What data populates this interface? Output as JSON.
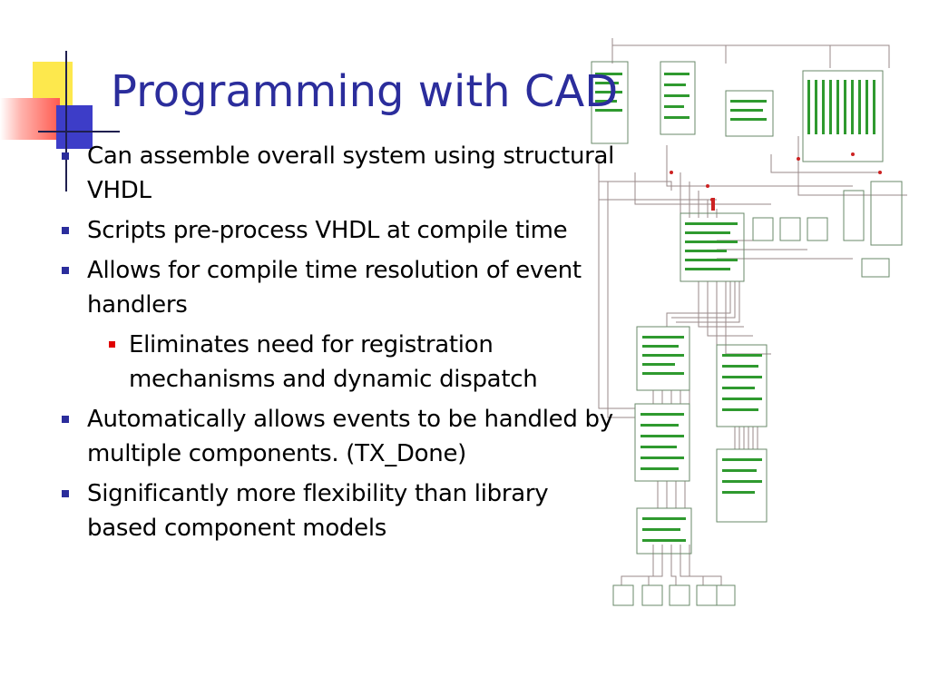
{
  "slide": {
    "title": "Programming with CAD",
    "bullets": [
      {
        "text": "Can assemble overall system using structural VHDL",
        "level": 1
      },
      {
        "text": "Scripts pre-process VHDL at compile time",
        "level": 1
      },
      {
        "text": "Allows for compile time resolution of event handlers",
        "level": 1
      },
      {
        "text": "Eliminates need for registration mechanisms and dynamic dispatch",
        "level": 2
      },
      {
        "text": "Automatically allows events to be handled by multiple components. (TX_Done)",
        "level": 1
      },
      {
        "text": "Significantly more flexibility than library based component models",
        "level": 1
      }
    ]
  },
  "colors": {
    "title": "#2b2d9c",
    "bullet_level1": "#2b2d9c",
    "bullet_level2": "#e00000",
    "schematic_wire": "#9a8a8a",
    "schematic_block": "#2f9a2f"
  }
}
